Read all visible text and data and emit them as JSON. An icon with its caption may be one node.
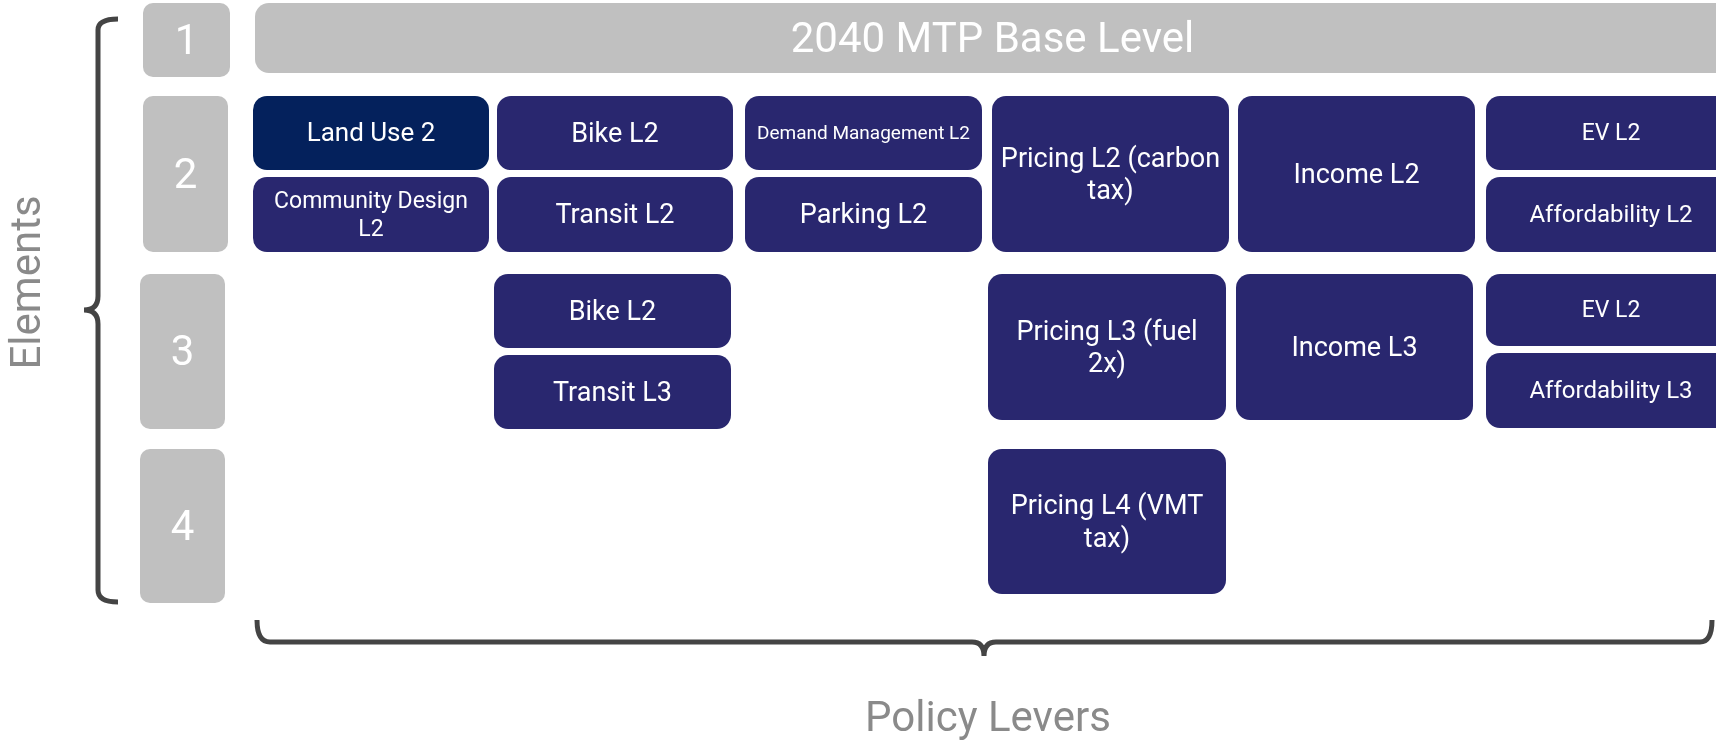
{
  "diagram": {
    "nodes": [
      {
        "text": [
          "1"
        ]
      },
      {
        "text": [
          "2"
        ]
      },
      {
        "text": [
          "3"
        ]
      },
      {
        "text": [
          "4"
        ]
      },
      {
        "text": [
          "2040 MTP Base Level"
        ]
      },
      {
        "text": [
          "Land Use 2"
        ]
      },
      {
        "text": [
          "Community Design L2"
        ]
      },
      {
        "text": [
          "Bike L2"
        ]
      },
      {
        "text": [
          "Transit L2"
        ]
      },
      {
        "text": [
          "Demand Management  L2"
        ]
      },
      {
        "text": [
          "Parking L2"
        ]
      },
      {
        "text": [
          "Pricing L2 (carbon tax)"
        ]
      },
      {
        "text": [
          "Income L2"
        ]
      },
      {
        "text": [
          "EV L2"
        ]
      },
      {
        "text": [
          "Affordability L2"
        ]
      },
      {
        "text": [
          "Bike L2"
        ]
      },
      {
        "text": [
          "Transit L3"
        ]
      },
      {
        "text": [
          "Pricing L3 (fuel 2x)"
        ]
      },
      {
        "text": [
          "Income L3"
        ]
      },
      {
        "text": [
          "EV L2"
        ]
      },
      {
        "text": [
          "Affordability L3"
        ]
      },
      {
        "text": [
          "Pricing L4 (VMT tax)"
        ]
      }
    ],
    "edges": [],
    "labels": [
      "Elements",
      "Policy Levers"
    ]
  }
}
